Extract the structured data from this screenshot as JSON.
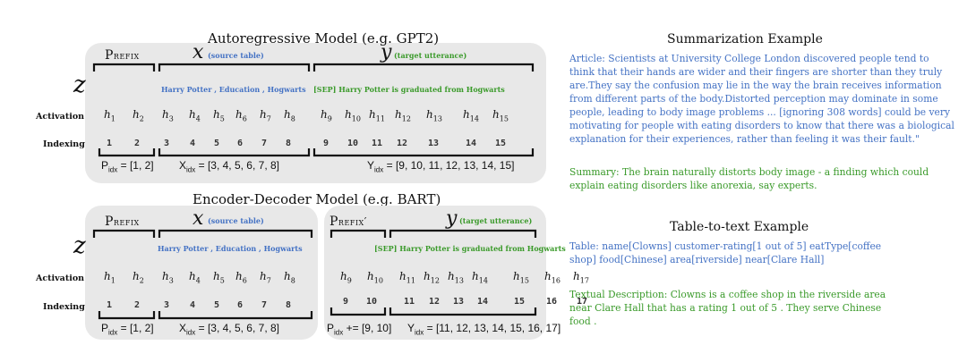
{
  "ar": {
    "title": "Autoregressive  Model  (e.g. GPT2)",
    "prefix": "Prefix",
    "x": "x",
    "x_sub": "(source table)",
    "y": "y",
    "y_sub": "(target utterance)",
    "z": "z",
    "source_tokens": "Harry   Potter   ,  Education  ,  Hogwarts",
    "target_tokens": "[SEP]   Harry   Potter     is     graduated   from  Hogwarts",
    "activation_label": "Activation",
    "indexing_label": "Indexing",
    "activations": [
      "1",
      "2",
      "3",
      "4",
      "5",
      "6",
      "7",
      "8",
      "9",
      "10",
      "11",
      "12",
      "13",
      "14",
      "15"
    ],
    "indices": [
      "1",
      "2",
      "3",
      "4",
      "5",
      "6",
      "7",
      "8",
      "9",
      "10",
      "11",
      "12",
      "13",
      "14",
      "15"
    ],
    "p_idx": "[1, 2]",
    "x_idx": "[3, 4, 5, 6, 7, 8]",
    "y_idx": "[9, 10, 11, 12, 13, 14, 15]"
  },
  "ed": {
    "title": "Encoder-Decoder Model  (e.g. BART)",
    "prefix": "Prefix",
    "prefix2": "Prefix′",
    "x": "x",
    "x_sub": "(source table)",
    "y": "y",
    "y_sub": "(target utterance)",
    "z": "z",
    "source_tokens": "Harry   Potter  , Education  ,  Hogwarts",
    "target_tokens": "[SEP]  Harry  Potter  is  graduated   from  Hogwarts",
    "activation_label": "Activation",
    "indexing_label": "Indexing",
    "enc_activations": [
      "1",
      "2",
      "3",
      "4",
      "5",
      "6",
      "7",
      "8"
    ],
    "enc_indices": [
      "1",
      "2",
      "3",
      "4",
      "5",
      "6",
      "7",
      "8"
    ],
    "dec_activations": [
      "9",
      "10",
      "11",
      "12",
      "13",
      "14",
      "15",
      "16",
      "17"
    ],
    "dec_indices": [
      "9",
      "10",
      "11",
      "12",
      "13",
      "14",
      "15",
      "16",
      "17"
    ],
    "p_idx": "[1, 2]",
    "x_idx": "[3, 4, 5, 6, 7, 8]",
    "p_idx2": "[9, 10]",
    "y_idx": "[11, 12, 13, 14, 15, 16, 17]"
  },
  "summarization": {
    "title": "Summarization Example",
    "article_lines": [
      "Article: Scientists at University College London discovered people tend to",
      "think that their hands are wider and their fingers are shorter than they truly",
      "are.They say the confusion may lie in the way the brain receives information",
      "from different parts of the body.Distorted perception may dominate in some",
      "people, leading to body image problems ... [ignoring 308 words] could be very",
      "motivating for people with eating disorders to know that there was a biological",
      "explanation for their experiences, rather than feeling it was their fault.\""
    ],
    "summary_lines": [
      "Summary: The brain naturally distorts body image - a finding which could",
      "explain eating disorders like anorexia, say experts."
    ]
  },
  "table2text": {
    "title": "Table-to-text Example",
    "table_lines": [
      "Table:  name[Clowns] customer-rating[1 out of 5]  eatType[coffee",
      "shop] food[Chinese] area[riverside] near[Clare Hall]"
    ],
    "desc_lines": [
      "Textual Description: Clowns is a coffee shop in the riverside area",
      "near Clare Hall that has a rating 1 out of 5 . They serve Chinese",
      "food ."
    ]
  },
  "colors": {
    "blue": "#4472c4",
    "green": "#3a9a2a",
    "panel": "#e8e8e8"
  }
}
